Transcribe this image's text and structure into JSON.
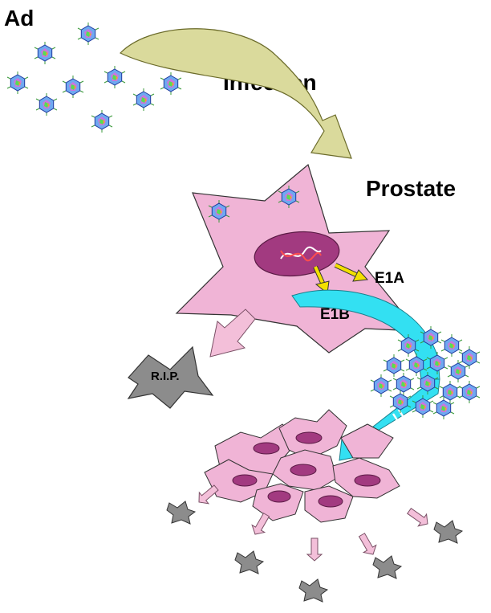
{
  "labels": {
    "ad": "Ad",
    "infection": "Infection",
    "prostate": "Prostate",
    "e1a": "E1A",
    "e1b": "E1B",
    "rip": "R.I.P."
  },
  "colors": {
    "cell_pink": "#f0b4d6",
    "nucleus_purple": "#a23a80",
    "dead_cell_gray": "#8c8c8c",
    "infection_arrow": "#dada9c",
    "spread_arrow": "#33e0f2",
    "gene_arrow_yellow": "#f3e000",
    "release_arrow_pink": "#f3bfd9"
  },
  "icons": {
    "virus": "adenovirus-icon",
    "dead_cell": "dead-cell-icon"
  }
}
